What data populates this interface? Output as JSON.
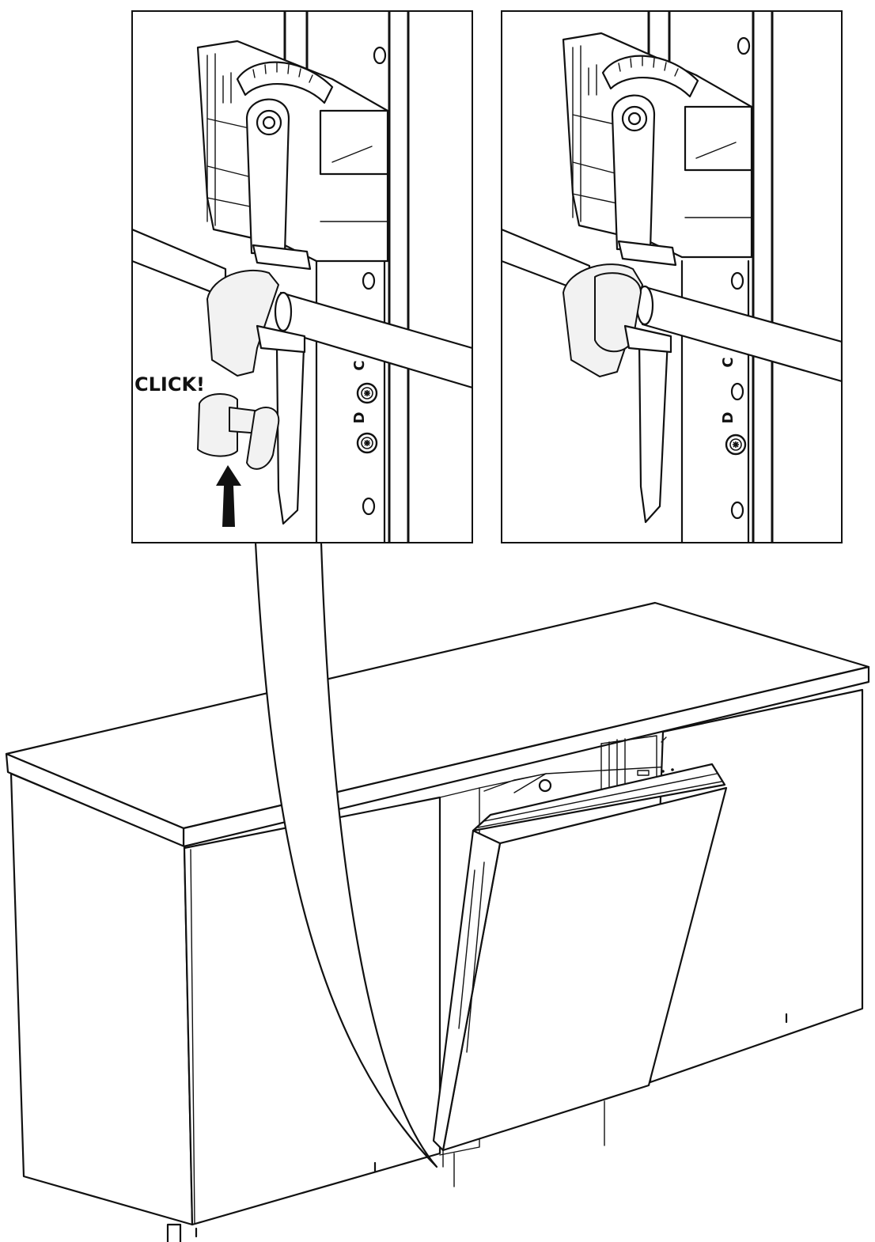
{
  "callout_text": "CLICK!",
  "rail_letters": {
    "left": [
      "C",
      "D"
    ],
    "right": [
      "C",
      "D"
    ]
  },
  "colors": {
    "line": "#111111",
    "background": "#ffffff",
    "shade": "#f2f2f2"
  },
  "icons": [
    "up-arrow-icon",
    "screw-icon"
  ]
}
